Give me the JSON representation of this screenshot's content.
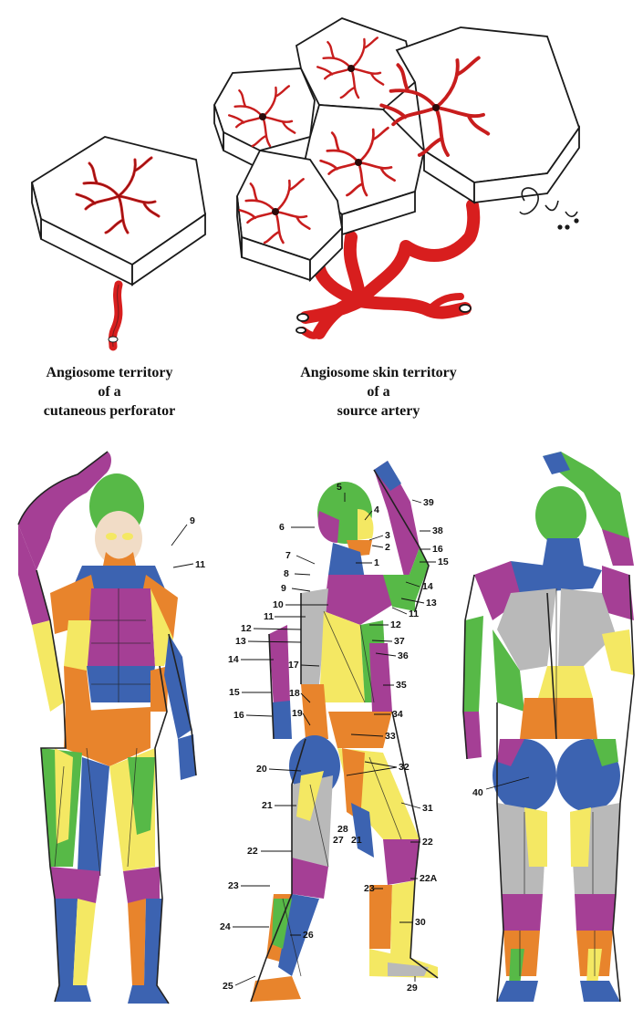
{
  "captions": {
    "left": [
      "Angiosome territory",
      "of a",
      "cutaneous perforator"
    ],
    "right": [
      "Angiosome skin territory",
      "of a",
      "source artery"
    ]
  },
  "colors": {
    "vessel": "#d81e1e",
    "vessel_dark": "#a40f0f",
    "slab_fill": "#ffffff",
    "slab_stroke": "#1a1a1a",
    "green": "#57b947",
    "magenta": "#a53f95",
    "yellow": "#f4e863",
    "orange": "#e8842c",
    "blue": "#3c63b1",
    "gray": "#b9b9b9",
    "skin": "#f1dcc6"
  },
  "figure_labels": {
    "front": [
      "9",
      "11"
    ],
    "side": [
      "5",
      "4",
      "39",
      "6",
      "3",
      "2",
      "38",
      "16",
      "1",
      "15",
      "7",
      "8",
      "14",
      "9",
      "10",
      "13",
      "11",
      "11",
      "12",
      "12",
      "13",
      "37",
      "36",
      "14",
      "17",
      "35",
      "15",
      "18",
      "34",
      "16",
      "19",
      "33",
      "32",
      "20",
      "31",
      "21",
      "28",
      "21",
      "27",
      "22",
      "22",
      "22A",
      "23",
      "23",
      "30",
      "24",
      "26",
      "25",
      "29"
    ],
    "back": [
      "40"
    ]
  }
}
